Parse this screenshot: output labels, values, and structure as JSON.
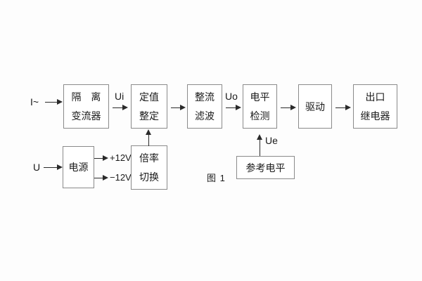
{
  "diagram": {
    "caption": "图 1",
    "blocks": [
      {
        "id": "isolation",
        "line1": "隔 离",
        "line2": "变流器"
      },
      {
        "id": "setting",
        "line1": "定值",
        "line2": "整定"
      },
      {
        "id": "rectifier",
        "line1": "整流",
        "line2": "滤波"
      },
      {
        "id": "leveldetect",
        "line1": "电平",
        "line2": "检测"
      },
      {
        "id": "drive",
        "line1": "驱动",
        "line2": ""
      },
      {
        "id": "outrelay",
        "line1": "出口",
        "line2": "继电器"
      },
      {
        "id": "power",
        "line1": "电源",
        "line2": ""
      },
      {
        "id": "multiplier",
        "line1": "倍率",
        "line2": "切换"
      },
      {
        "id": "reference",
        "line1": "参考电平",
        "line2": ""
      }
    ],
    "signals": {
      "current_input": "I~",
      "voltage_input": "U",
      "ui": "Ui",
      "uo": "Uo",
      "ue": "Ue",
      "supply_pos": "+12V",
      "supply_neg": "−12V"
    },
    "colors": {
      "background": "#fdfdfd",
      "block_border": "#8a8a8a",
      "block_fill": "#ffffff",
      "line": "#2a2a2a",
      "text": "#1a1a1a"
    }
  }
}
